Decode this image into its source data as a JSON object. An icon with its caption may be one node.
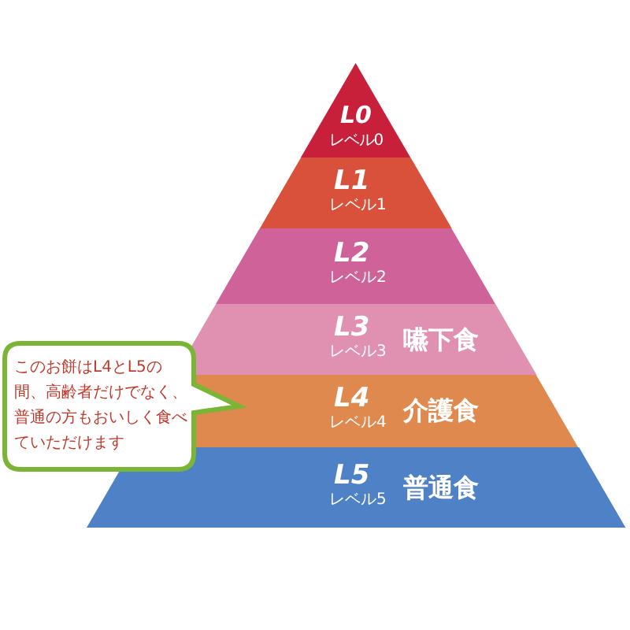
{
  "diagram": {
    "nodes": [
      {
        "text": [
          "L0",
          "レベル0"
        ]
      },
      {
        "text": [
          "L1",
          "レベル1"
        ]
      },
      {
        "text": [
          "L2",
          "レベル2"
        ]
      },
      {
        "text": [
          "L3",
          "レベル3",
          "嚥下食"
        ]
      },
      {
        "text": [
          "L4",
          "レベル4",
          "介護食"
        ]
      },
      {
        "text": [
          "L5",
          "レベル5",
          "普通食"
        ]
      },
      {
        "text": [
          "このお餅はL4とL5の間、高齢者だけでなく、普通の方もおいしく食べていただけます"
        ]
      }
    ]
  }
}
